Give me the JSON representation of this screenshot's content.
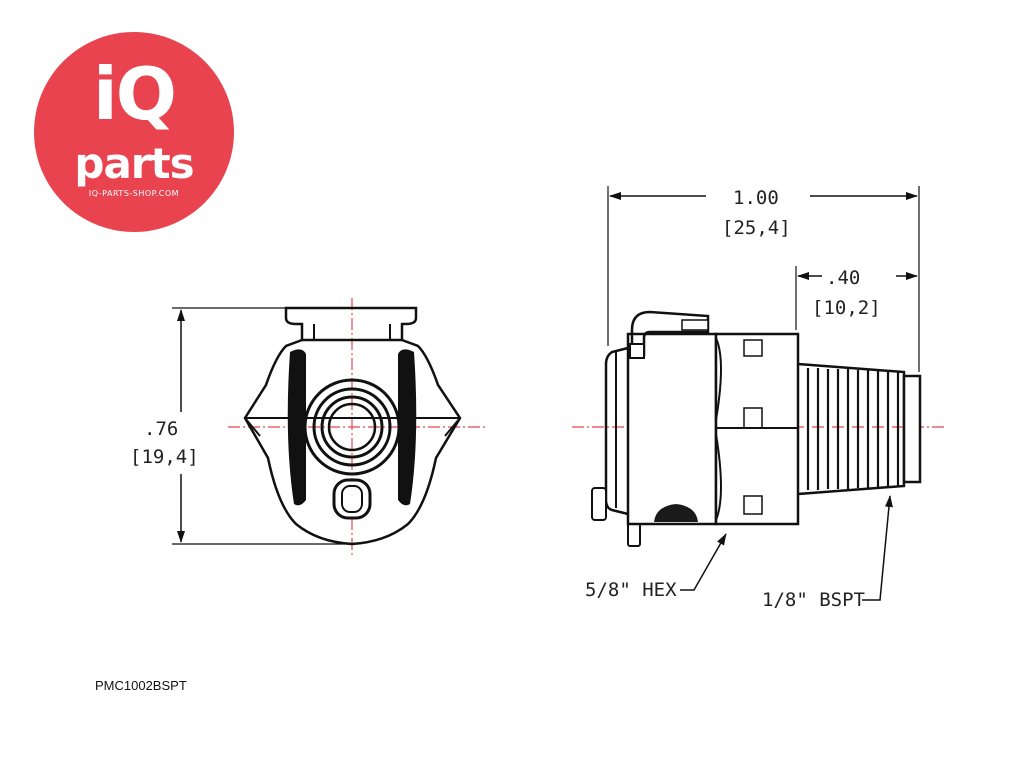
{
  "logo": {
    "brand_top": "iQ",
    "brand_bottom": "parts",
    "website": "IQ-PARTS-SHOP.COM",
    "color": "#e8434f"
  },
  "dimensions": {
    "height_in": ".76",
    "height_mm": "[19,4]",
    "length_in": "1.00",
    "length_mm": "[25,4]",
    "thread_len_in": ".40",
    "thread_len_mm": "[10,2]"
  },
  "callouts": {
    "hex": "5/8\" HEX",
    "thread": "1/8\" BSPT"
  },
  "part_number": "PMC1002BSPT",
  "colors": {
    "centerline": "#e8434f",
    "line": "#111111"
  }
}
